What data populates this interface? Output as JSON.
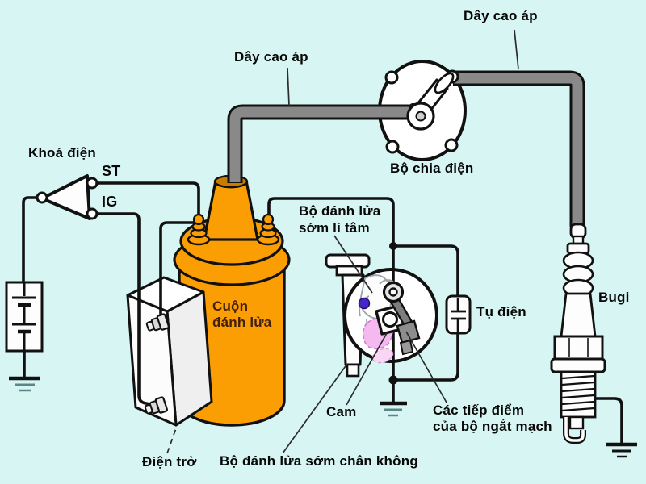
{
  "diagram": {
    "kind": "ignition-system-schematic",
    "labels": {
      "hv_wire_left": "Dây cao áp",
      "hv_wire_right": "Dây cao áp",
      "ignition_switch": "Khoá điện",
      "terminal_st": "ST",
      "terminal_ig": "IG",
      "distributor": "Bộ chia điện",
      "centrifugal_advance": [
        "Bộ đánh lửa",
        "sớm li tâm"
      ],
      "ignition_coil": [
        "Cuộn",
        "đánh lửa"
      ],
      "capacitor": "Tụ điện",
      "spark_plug": "Bugi",
      "cam": "Cam",
      "breaker_points": [
        "Các tiếp điểm",
        "của bộ ngắt mạch"
      ],
      "resistor": "Điện trở",
      "vacuum_advance": "Bộ đánh lửa sớm chân không"
    },
    "colors": {
      "background": "#d7f6f3",
      "coil_orange": "#fb9e04",
      "cable_gray": "#898989",
      "wire_black": "#111111",
      "advance_pink": "#f4b9ee",
      "pivot_purple": "#4626c8",
      "component_white": "#ffffff"
    }
  }
}
